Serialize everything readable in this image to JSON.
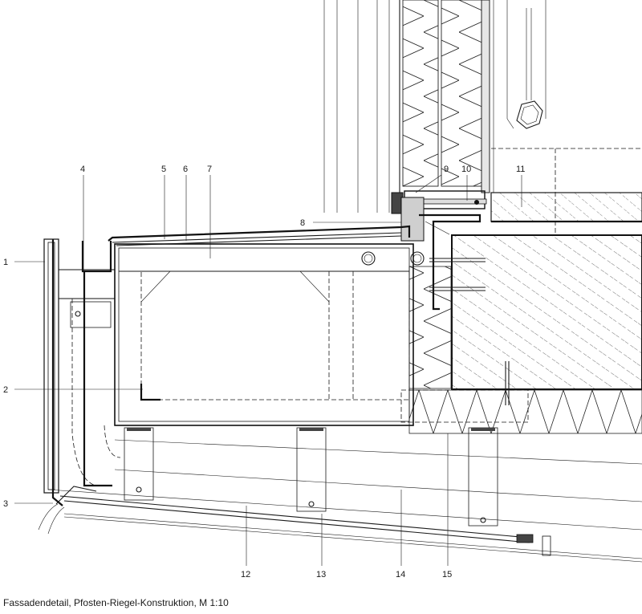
{
  "caption": "Fassadendetail, Pfosten-Riegel-Konstruktion, M 1:10",
  "callouts": {
    "c1": "1",
    "c2": "2",
    "c3": "3",
    "c4": "4",
    "c5": "5",
    "c6": "6",
    "c7": "7",
    "c8": "8",
    "c9": "9",
    "c10": "10",
    "c11": "11",
    "c12": "12",
    "c13": "13",
    "c14": "14",
    "c15": "15"
  }
}
